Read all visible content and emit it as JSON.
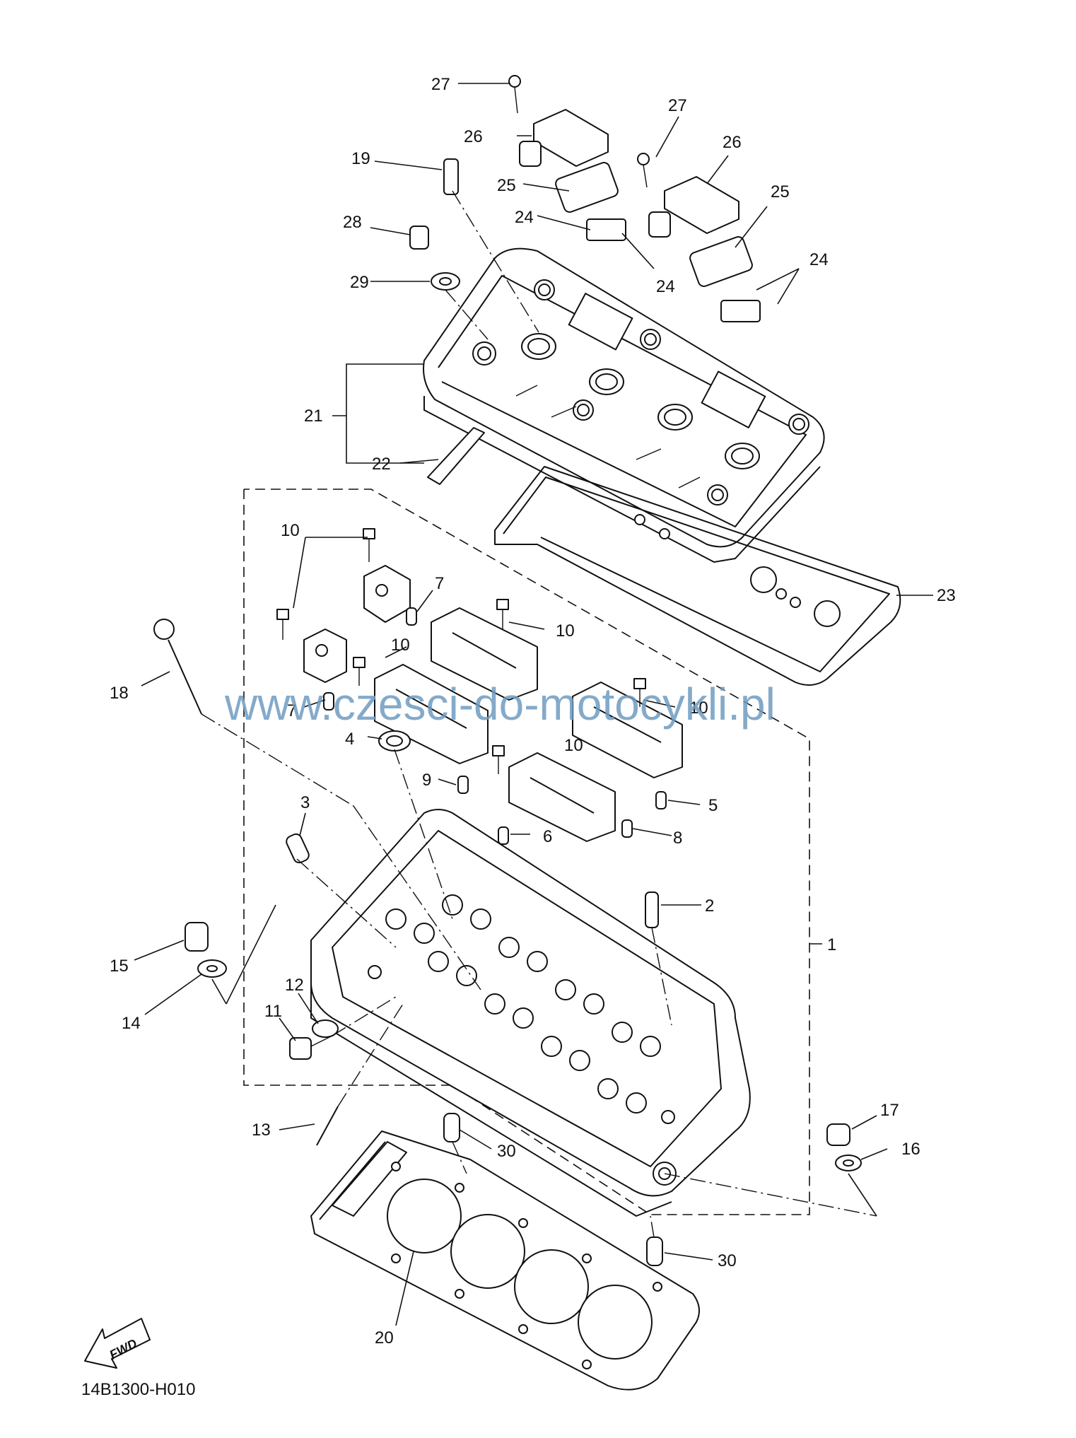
{
  "diagram": {
    "code": "14B1300-H010",
    "watermark": "www.czesci-do-motocykli.pl",
    "fwd_label": "FWD",
    "part_numbers": {
      "p1": "1",
      "p2": "2",
      "p3": "3",
      "p4": "4",
      "p5": "5",
      "p6": "6",
      "p7a": "7",
      "p7b": "7",
      "p8": "8",
      "p9": "9",
      "p10a": "10",
      "p10b": "10",
      "p10c": "10",
      "p10d": "10",
      "p10e": "10",
      "p11": "11",
      "p12": "12",
      "p13": "13",
      "p14": "14",
      "p15": "15",
      "p16": "16",
      "p17": "17",
      "p18": "18",
      "p19": "19",
      "p20": "20",
      "p21": "21",
      "p22": "22",
      "p23": "23",
      "p24a": "24",
      "p24b": "24",
      "p24c": "24",
      "p25a": "25",
      "p25b": "25",
      "p26a": "26",
      "p26b": "26",
      "p27a": "27",
      "p27b": "27",
      "p28": "28",
      "p29": "29",
      "p30a": "30",
      "p30b": "30"
    }
  }
}
